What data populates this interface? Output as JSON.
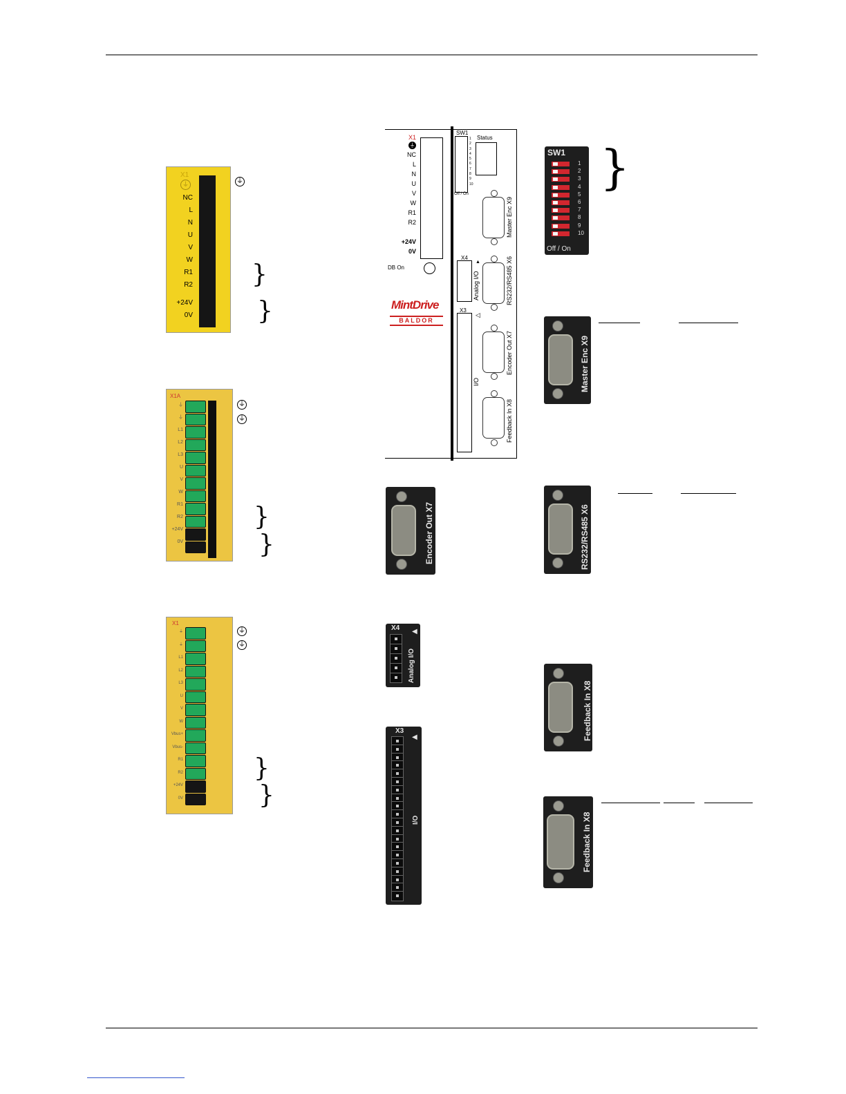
{
  "block1": {
    "header": "X1",
    "labels": [
      "NC",
      "L",
      "N",
      "U",
      "V",
      "W",
      "R1",
      "R2",
      "+24V",
      "0V"
    ]
  },
  "block2": {
    "header": "X1A",
    "labels": [
      "",
      "",
      "L1",
      "L2",
      "L3",
      "U",
      "V",
      "W",
      "R1",
      "R2",
      "+24V",
      "0V"
    ]
  },
  "block3": {
    "header": "X1",
    "labels": [
      "",
      "",
      "L1",
      "L2",
      "L3",
      "U",
      "V",
      "W",
      "Vbus+",
      "Vbus-",
      "R1",
      "R2",
      "+24V",
      "0V"
    ]
  },
  "panel": {
    "x1_title": "X1",
    "x1_labels": [
      "NC",
      "L",
      "N",
      "U",
      "V",
      "W",
      "R1",
      "R2"
    ],
    "power_labels": [
      "+24V",
      "0V"
    ],
    "db_on": "DB On",
    "sw1": "SW1",
    "sw1_numbers": [
      "1",
      "2",
      "3",
      "4",
      "5",
      "6",
      "7",
      "8",
      "9",
      "10"
    ],
    "off_on": "Off / On",
    "status": "Status",
    "x4": "X4",
    "analog_io": "Analog I/O",
    "x3": "X3",
    "io": "I/O",
    "logo_mint": "MintDrive",
    "logo_baldor": "BALDOR",
    "master_enc": "Master Enc  X9",
    "rs232": "RS232/RS485  X6",
    "encoder_out": "Encoder Out  X7",
    "feedback_in": "Feedback In  X8"
  },
  "photos": {
    "sw1_title": "SW1",
    "sw1_numbers": [
      "1",
      "2",
      "3",
      "4",
      "5",
      "6",
      "7",
      "8",
      "9",
      "10"
    ],
    "sw1_off_on": "Off / On",
    "master_enc": "Master Enc  X9",
    "encoder_out": "Encoder Out  X7",
    "rs232": "RS232/RS485  X6",
    "x4": "X4",
    "analog_io": "Analog I/O",
    "x3": "X3",
    "io": "I/O",
    "feedback_in_a": "Feedback In X8",
    "feedback_in_b": "Feedback In X8"
  },
  "colors": {
    "yellow": "#f2d220",
    "yellow_pale": "#ecc542",
    "terminal_green": "#22a85a",
    "panel_red": "#cc1f1f"
  }
}
